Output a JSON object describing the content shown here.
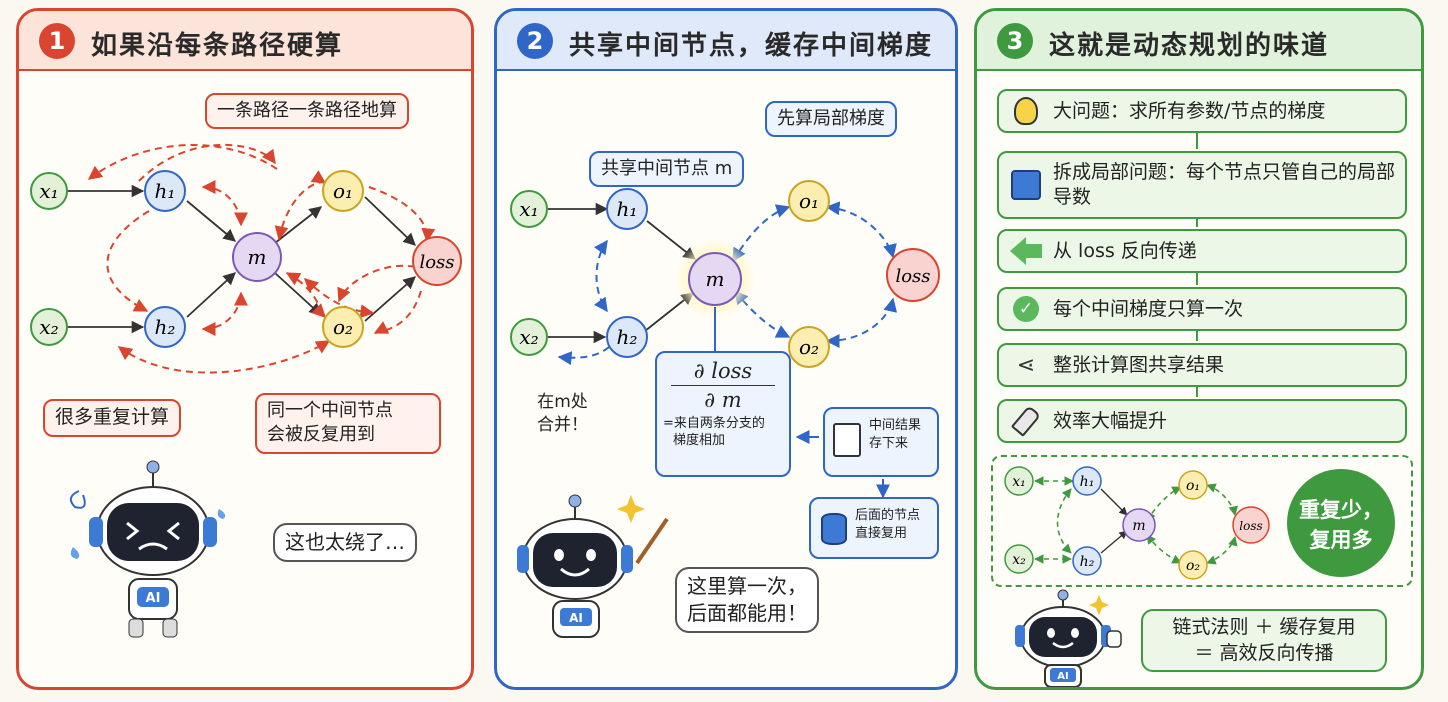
{
  "panel1": {
    "number": "1",
    "title": "如果沿每条路径硬算",
    "callout_top": "一条路径一条路径地算",
    "nodes": {
      "x1": "x₁",
      "x2": "x₂",
      "h1": "h₁",
      "h2": "h₂",
      "m": "m",
      "o1": "o₁",
      "o2": "o₂",
      "loss": "loss"
    },
    "label_repeat": "很多重复计算",
    "label_reuse_line1": "同一个中间节点",
    "label_reuse_line2": "会被反复用到",
    "robot_speech": "这也太绕了…",
    "robot_badge": "AI"
  },
  "panel2": {
    "number": "2",
    "title": "共享中间节点，缓存中间梯度",
    "callout_local": "先算局部梯度",
    "callout_share": "共享中间节点 m",
    "nodes": {
      "x1": "x₁",
      "x2": "x₂",
      "h1": "h₁",
      "h2": "h₂",
      "m": "m",
      "o1": "o₁",
      "o2": "o₂",
      "loss": "loss"
    },
    "merge_line1": "在m处",
    "merge_line2": "合并！",
    "frac_num": "∂ loss",
    "frac_den": "∂ m",
    "frac_note_line1": "=来自两条分支的",
    "frac_note_line2": "梯度相加",
    "cache_line1": "中间结果",
    "cache_line2": "存下来",
    "reuse_line1": "后面的节点",
    "reuse_line2": "直接复用",
    "robot_speech_line1": "这里算一次，",
    "robot_speech_line2": "后面都能用！",
    "robot_badge": "AI"
  },
  "panel3": {
    "number": "3",
    "title": "这就是动态规划的味道",
    "steps": [
      {
        "icon": "lightbulb-icon",
        "text": "大问题：求所有参数/节点的梯度"
      },
      {
        "icon": "puzzle-icon",
        "text": "拆成局部问题：每个节点只管自己的局部导数"
      },
      {
        "icon": "arrow-left-icon",
        "text": "从 loss 反向传递"
      },
      {
        "icon": "check-icon",
        "text": "每个中间梯度只算一次"
      },
      {
        "icon": "share-icon",
        "text": "整张计算图共享结果"
      },
      {
        "icon": "rocket-icon",
        "text": "效率大幅提升"
      }
    ],
    "mini_nodes": {
      "x1": "x₁",
      "x2": "x₂",
      "h1": "h₁",
      "h2": "h₂",
      "m": "m",
      "o1": "o₁",
      "o2": "o₂",
      "loss": "loss"
    },
    "stamp_line1": "重复少，",
    "stamp_line2": "复用多",
    "final_line1": "链式法则 ＋ 缓存复用",
    "final_line2": "＝ 高效反向传播",
    "robot_badge": "AI"
  },
  "colors": {
    "red": "#d9452e",
    "blue": "#2f66c7",
    "green": "#3f9a3f",
    "x_node": "#e3f1d9",
    "h_node": "#dce8f8",
    "m_node": "#e4d8f3",
    "o_node": "#fbeeb0",
    "loss_node": "#f8d3d0"
  }
}
